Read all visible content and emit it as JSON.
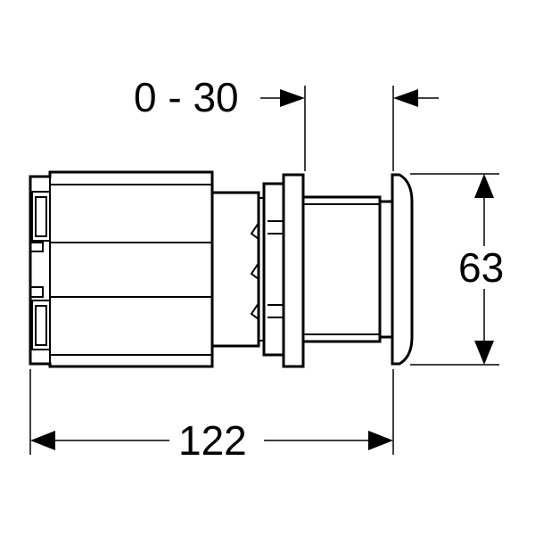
{
  "dimensions": {
    "adjustment_range": "0 - 30",
    "height": "63",
    "total_length": "122"
  }
}
